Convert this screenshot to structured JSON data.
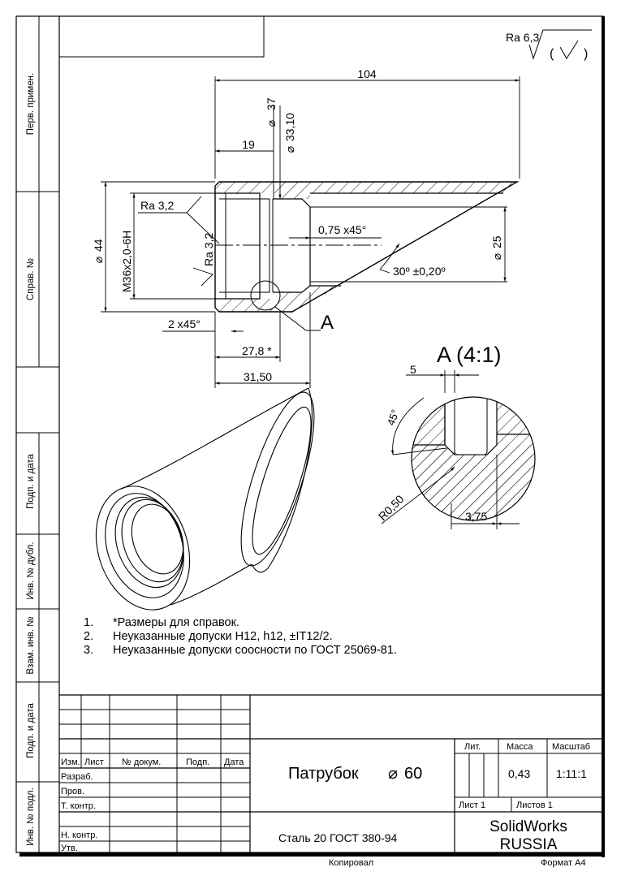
{
  "side_labels": {
    "perv_primen": "Перв. примен.",
    "sprav_no": "Справ. №",
    "podp_i_data_1": "Подп. и дата",
    "inv_dubl": "Инв. № дубл.",
    "vzam_inv": "Взам. инв. №",
    "podp_i_data_2": "Подп. и дата",
    "inv_podl": "Инв. № подл."
  },
  "roughness": {
    "general": "Ra 6,3",
    "general_paren_open": "(",
    "general_paren_close": ")",
    "thread": "Ra 3,2",
    "face": "Ra 3,2"
  },
  "dimensions": {
    "total_length": "104",
    "dia37": "37",
    "dia33": "33,10",
    "len19": "19",
    "dia44": "44",
    "thread": "M36x2,0-6H",
    "chamfer_bore": "0,75 x45°",
    "angle": "30º ±0,20º",
    "dia25": "25",
    "chamfer_outer": "2 x45°",
    "len27": "27,8 *",
    "len31": "31,50"
  },
  "view_a": {
    "leader_label": "A",
    "title": "A (4:1)",
    "dim5": "5",
    "angle45": "45°",
    "radius": "R0,50",
    "dim375": "3,75"
  },
  "notes": [
    {
      "num": "1.",
      "text": "*Размеры для справок."
    },
    {
      "num": "2.",
      "text": "Неуказанные допуски H12, h12, ±IT12/2."
    },
    {
      "num": "3.",
      "text": "Неуказанные допуски соосности по ГОСТ 25069-81."
    }
  ],
  "title_block": {
    "col_izm": "Изм.",
    "col_list": "Лист",
    "col_dokum": "№ докум.",
    "col_podp": "Подп.",
    "col_data": "Дата",
    "razrab": "Разраб.",
    "prov": "Пров.",
    "t_kontr": "Т. контр.",
    "n_kontr": "Н. контр.",
    "utv": "Утв.",
    "lit": "Лит.",
    "massa": "Масса",
    "masshtab": "Масштаб",
    "massa_value": "0,43",
    "masshtab_value": "1:11:1",
    "part_name": "Патрубок",
    "part_dia": "60",
    "list": "Лист 1",
    "listov": "Листов 1",
    "material": "Сталь 20 ГОСТ 380-94",
    "company_1": "SolidWorks",
    "company_2": "RUSSIA"
  },
  "footer": {
    "kopiroval": "Копировал",
    "format": "Формат A4"
  }
}
